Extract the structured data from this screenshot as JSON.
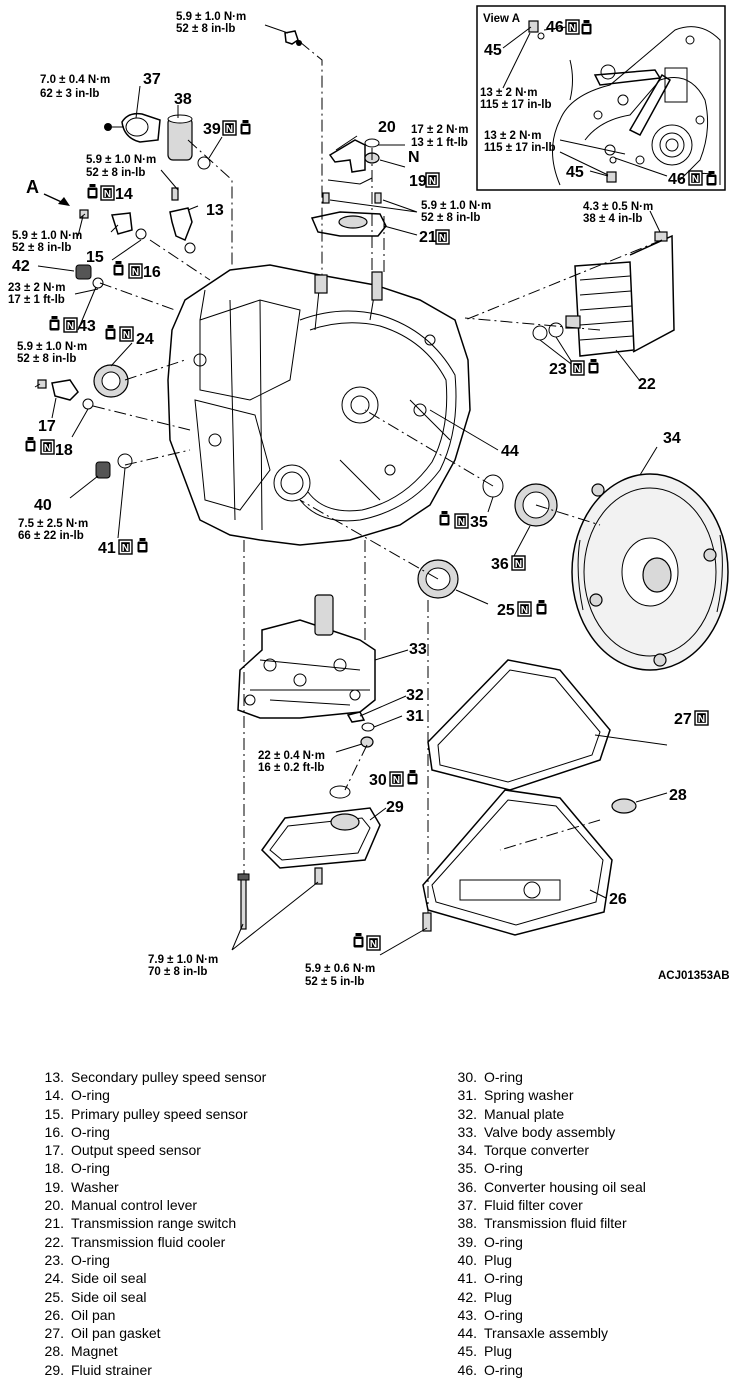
{
  "figure": {
    "code": "ACJ01353AB",
    "view_label": "View A",
    "view_arrow_label": "A",
    "callouts": {
      "c13": "13",
      "c14": "14",
      "c15": "15",
      "c16": "16",
      "c17": "17",
      "c18": "18",
      "c19": "19",
      "c20": "20",
      "c21": "21",
      "c22": "22",
      "c23": "23",
      "c24": "24",
      "c25": "25",
      "c26": "26",
      "c27": "27",
      "c28": "28",
      "c29": "29",
      "c30": "30",
      "c31": "31",
      "c32": "32",
      "c33": "33",
      "c34": "34",
      "c35": "35",
      "c36": "36",
      "c37": "37",
      "c38": "38",
      "c39": "39",
      "c40": "40",
      "c41": "41",
      "c42": "42",
      "c43": "43",
      "c44": "44",
      "c45a": "45",
      "c45b": "45",
      "c46a": "46",
      "c46b": "46"
    },
    "torques": {
      "t_top_nm": "5.9 ± 1.0 N·m",
      "t_top_in": "52 ± 8 in-lb",
      "t37_nm": "7.0 ± 0.4 N·m",
      "t37_in": "62 ± 3 in-lb",
      "t13_nm": "5.9 ± 1.0 N·m",
      "t13_in": "52 ± 8 in-lb",
      "t19_nm": "17 ± 2 N·m",
      "t19_ft": "13 ± 1 ft-lb",
      "t21_nm": "5.9 ± 1.0 N·m",
      "t21_in": "52 ± 8 in-lb",
      "t15_nm": "5.9 ± 1.0 N·m",
      "t15_in": "52 ± 8 in-lb",
      "t42_nm": "23 ± 2 N·m",
      "t42_ft": "17 ± 1 ft-lb",
      "t17_nm": "5.9 ± 1.0 N·m",
      "t17_in": "52 ± 8 in-lb",
      "t40_nm": "7.5 ± 2.5 N·m",
      "t40_in": "66 ± 22 in-lb",
      "t22_nm": "4.3 ± 0.5 N·m",
      "t22_in": "38 ± 4 in-lb",
      "t31_nm": "22 ± 0.4 N·m",
      "t31_ft": "16 ± 0.2 ft-lb",
      "t29_nm": "7.9 ± 1.0 N·m",
      "t29_in": "70 ± 8 in-lb",
      "t26_nm": "5.9 ± 0.6 N·m",
      "t26_in": "52 ± 5 in-lb",
      "tva_nm": "13 ± 2 N·m",
      "tva_in": "115 ± 17 in-lb",
      "tvb_nm": "13 ± 2 N·m",
      "tvb_in": "115 ± 17 in-lb"
    },
    "badge_letter": "N"
  },
  "legend_left": [
    {
      "num": "13.",
      "name": "Secondary pulley speed sensor"
    },
    {
      "num": "14.",
      "name": "O-ring"
    },
    {
      "num": "15.",
      "name": "Primary pulley speed sensor"
    },
    {
      "num": "16.",
      "name": "O-ring"
    },
    {
      "num": "17.",
      "name": "Output speed sensor"
    },
    {
      "num": "18.",
      "name": "O-ring"
    },
    {
      "num": "19.",
      "name": "Washer"
    },
    {
      "num": "20.",
      "name": "Manual control lever"
    },
    {
      "num": "21.",
      "name": "Transmission range switch"
    },
    {
      "num": "22.",
      "name": "Transmission fluid cooler"
    },
    {
      "num": "23.",
      "name": "O-ring"
    },
    {
      "num": "24.",
      "name": "Side oil seal"
    },
    {
      "num": "25.",
      "name": "Side oil seal"
    },
    {
      "num": "26.",
      "name": "Oil pan"
    },
    {
      "num": "27.",
      "name": "Oil pan gasket"
    },
    {
      "num": "28.",
      "name": "Magnet"
    },
    {
      "num": "29.",
      "name": "Fluid strainer"
    }
  ],
  "legend_right": [
    {
      "num": "30.",
      "name": "O-ring"
    },
    {
      "num": "31.",
      "name": "Spring washer"
    },
    {
      "num": "32.",
      "name": "Manual plate"
    },
    {
      "num": "33.",
      "name": "Valve body assembly"
    },
    {
      "num": "34.",
      "name": "Torque converter"
    },
    {
      "num": "35.",
      "name": "O-ring"
    },
    {
      "num": "36.",
      "name": "Converter housing oil seal"
    },
    {
      "num": "37.",
      "name": "Fluid filter cover"
    },
    {
      "num": "38.",
      "name": "Transmission fluid filter"
    },
    {
      "num": "39.",
      "name": "O-ring"
    },
    {
      "num": "40.",
      "name": "Plug"
    },
    {
      "num": "41.",
      "name": "O-ring"
    },
    {
      "num": "42.",
      "name": "Plug"
    },
    {
      "num": "43.",
      "name": "O-ring"
    },
    {
      "num": "44.",
      "name": "Transaxle assembly"
    },
    {
      "num": "45.",
      "name": "Plug"
    },
    {
      "num": "46.",
      "name": "O-ring"
    }
  ]
}
